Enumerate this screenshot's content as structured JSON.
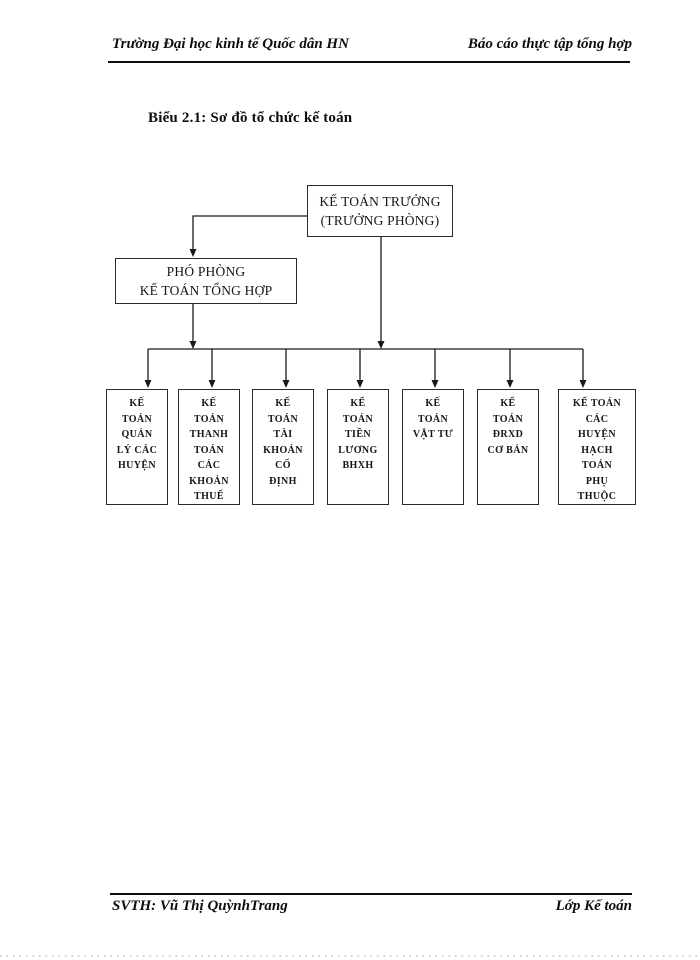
{
  "page": {
    "header": {
      "left": "Trường Đại học kinh tế Quốc dân HN",
      "right": "Báo cáo thực tập tổng hợp"
    },
    "title": "Biểu 2.1: Sơ đồ tổ chức kế toán",
    "footer": {
      "left": "SVTH: Vũ Thị QuỳnhTrang",
      "right": "Lớp Kế toán"
    }
  },
  "diagram": {
    "type": "org-chart",
    "line_color": "#1a1a1a",
    "dotted_rule_color": "#a5eda5",
    "root": {
      "label": "KẾ TOÁN TRƯỞNG\n(TRƯỞNG PHÒNG)"
    },
    "deputy": {
      "label": "PHÓ PHÒNG\nKẾ TOÁN TỔNG HỢP"
    },
    "units": [
      {
        "label": "KẾ\nTOÁN\nQUẢN\nLÝ CÁC\nHUYỆN"
      },
      {
        "label": "KẾ\nTOÁN\nTHANH\nTOÁN\nCÁC\nKHOẢN\nTHUẾ"
      },
      {
        "label": "KẾ\nTOÁN\nTÀI\nKHOẢN\nCỐ\nĐỊNH"
      },
      {
        "label": "KẾ\nTOÁN\nTIỀN\nLƯƠNG\nBHXH"
      },
      {
        "label": "KẾ\nTOÁN\nVẬT TƯ"
      },
      {
        "label": "KẾ\nTOÁN\nĐRXD\nCƠ BẢN"
      },
      {
        "label": "KẾ TOÁN\nCÁC\nHUYỆN\nHẠCH\nTOÁN\nPHỤ\nTHUỘC"
      }
    ]
  }
}
